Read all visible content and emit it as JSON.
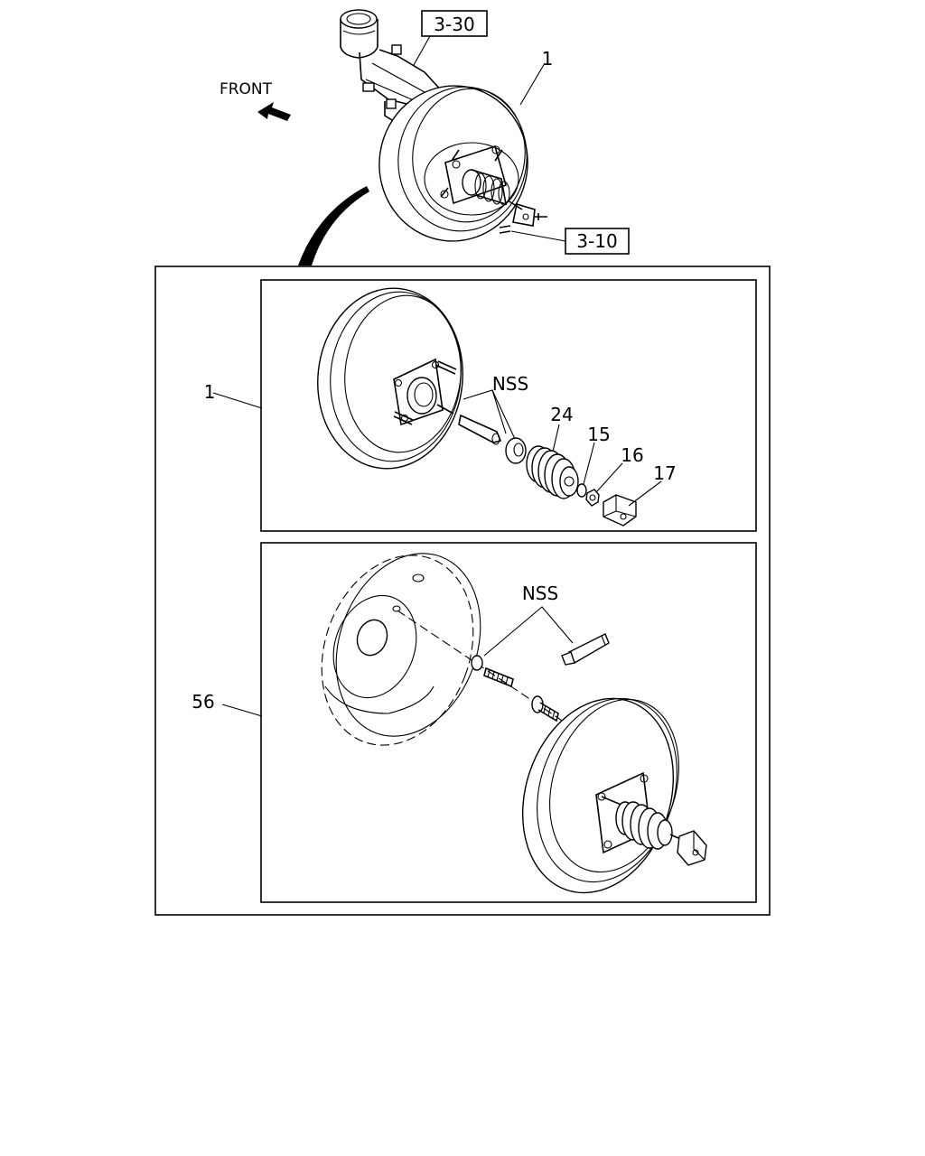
{
  "labels": {
    "front": "FRONT",
    "ref_3_30": "3-30",
    "ref_3_10": "3-10",
    "top_part_1": "1",
    "panel1_part_1": "1",
    "nss_top": "NSS",
    "part_24": "24",
    "part_15": "15",
    "part_16": "16",
    "part_17": "17",
    "nss_bottom": "NSS",
    "part_56": "56"
  },
  "icons": {
    "front_arrow": "arrow-up-left-icon"
  }
}
